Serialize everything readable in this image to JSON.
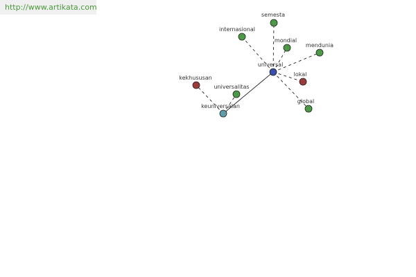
{
  "source": {
    "url_text": "http://www.artikata.com"
  },
  "colors": {
    "center": "#3b4ea8",
    "synonym": "#4c9a45",
    "antonym": "#9a3a3a",
    "related": "#5e9ea8",
    "label": "#333333",
    "url": "#4a9a3a"
  },
  "graph": {
    "nodes": [
      {
        "id": "universal",
        "label": "universal",
        "role": "center"
      },
      {
        "id": "semesta",
        "label": "semesta",
        "role": "synonym"
      },
      {
        "id": "internasional",
        "label": "internasional",
        "role": "synonym"
      },
      {
        "id": "mondial",
        "label": "mondial",
        "role": "synonym"
      },
      {
        "id": "mendunia",
        "label": "mendunia",
        "role": "synonym"
      },
      {
        "id": "lokal",
        "label": "lokal",
        "role": "antonym"
      },
      {
        "id": "global",
        "label": "global",
        "role": "synonym"
      },
      {
        "id": "keuniversalan",
        "label": "keuniversalan",
        "role": "related"
      },
      {
        "id": "universalitas",
        "label": "universalitas",
        "role": "synonym"
      },
      {
        "id": "kekhususan",
        "label": "kekhususan",
        "role": "antonym"
      }
    ],
    "edges": [
      {
        "from": "universal",
        "to": "semesta",
        "style": "dashed"
      },
      {
        "from": "universal",
        "to": "internasional",
        "style": "dashed"
      },
      {
        "from": "universal",
        "to": "mondial",
        "style": "dashed"
      },
      {
        "from": "universal",
        "to": "mendunia",
        "style": "dashed"
      },
      {
        "from": "universal",
        "to": "lokal",
        "style": "dashed"
      },
      {
        "from": "universal",
        "to": "global",
        "style": "dashed"
      },
      {
        "from": "universal",
        "to": "keuniversalan",
        "style": "solid"
      },
      {
        "from": "keuniversalan",
        "to": "universalitas",
        "style": "dashed"
      },
      {
        "from": "keuniversalan",
        "to": "kekhususan",
        "style": "dashed"
      }
    ]
  }
}
